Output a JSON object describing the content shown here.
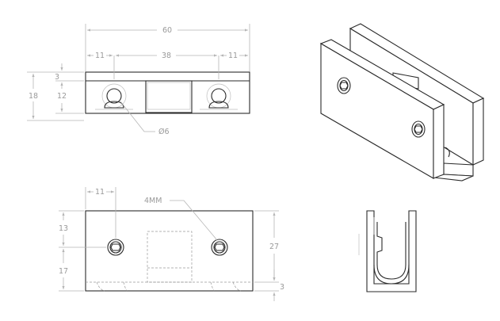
{
  "drawing": {
    "line_color": "#2a2a2a",
    "dimension_color": "#9a9a9a",
    "background": "#ffffff"
  },
  "top_view": {
    "overall_width": "60",
    "left_offset": "11",
    "hole_spacing": "38",
    "right_offset": "11",
    "overall_height": "18",
    "top_offset": "3",
    "slot_height": "12",
    "hole_diameter": "Ø6"
  },
  "front_view": {
    "left_offset": "11",
    "screw_label": "4MM",
    "upper_height": "13",
    "lower_height": "17",
    "overall_height": "27",
    "base_thickness": "3"
  }
}
